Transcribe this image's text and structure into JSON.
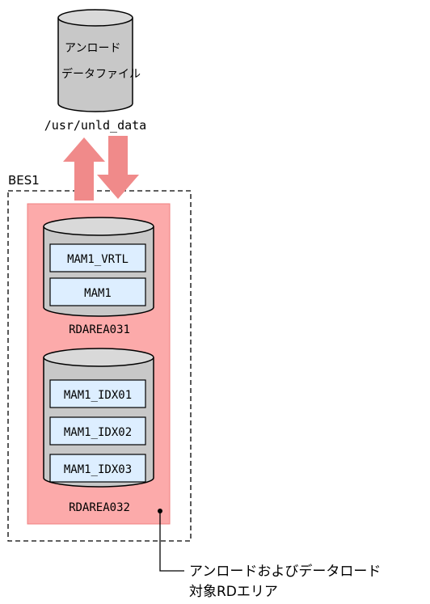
{
  "file_cylinder": {
    "line1": "アンロード",
    "line2": "データファイル"
  },
  "file_path": "/usr/unld_data",
  "server_label": "BES1",
  "rdarea1": {
    "tables": [
      "MAM1_VRTL",
      "MAM1"
    ],
    "label": "RDAREA031"
  },
  "rdarea2": {
    "tables": [
      "MAM1_IDX01",
      "MAM1_IDX02",
      "MAM1_IDX03"
    ],
    "label": "RDAREA032"
  },
  "callout": {
    "line1": "アンロードおよびデータロード",
    "line2": "対象RDエリア"
  },
  "colors": {
    "highlight": "#fcaaaa",
    "arrow": "#f08a8a",
    "cylinder": "#c8c8c8",
    "table_box": "#ddeeff"
  }
}
